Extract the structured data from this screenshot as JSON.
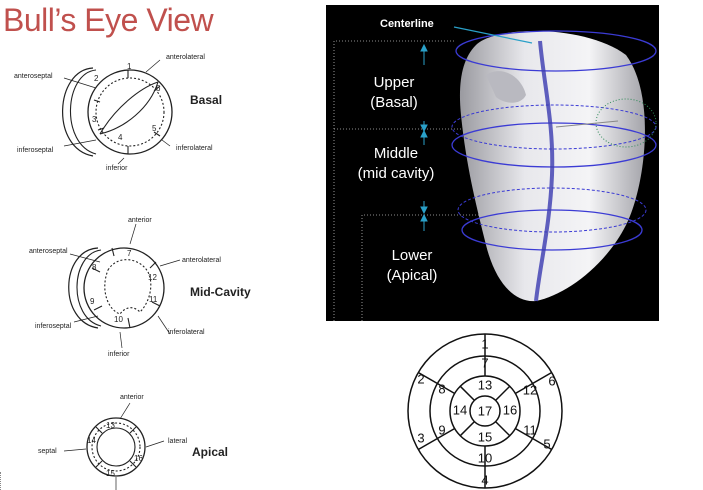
{
  "title": "Bull’s Eye View",
  "sections": [
    {
      "name": "Basal",
      "labels": {
        "anterolateral": "anterolateral",
        "anteroseptal": "anteroseptal",
        "inferoseptal": "inferoseptal",
        "inferolateral": "inferolateral",
        "inferior": "inferior"
      },
      "numbers": [
        "1",
        "2",
        "3",
        "4",
        "5",
        "6"
      ]
    },
    {
      "name": "Mid-Cavity",
      "labels": {
        "anterior": "anterior",
        "anteroseptal": "anteroseptal",
        "anterolateral": "anterolateral",
        "inferoseptal": "inferoseptal",
        "inferolateral": "inferolateral",
        "inferior": "inferior"
      },
      "numbers": [
        "7",
        "8",
        "9",
        "10",
        "11",
        "12"
      ]
    },
    {
      "name": "Apical",
      "labels": {
        "anterior": "anterior",
        "septal": "septal",
        "lateral": "lateral"
      },
      "numbers": [
        "13",
        "14",
        "15",
        "16"
      ]
    }
  ],
  "heart_image": {
    "centerline": "Centerline",
    "upper": [
      "Upper",
      "(Basal)"
    ],
    "middle": [
      "Middle",
      "(mid cavity)"
    ],
    "lower": [
      "Lower",
      "(Apical)"
    ]
  },
  "bullseye": {
    "outer": [
      "1",
      "2",
      "3",
      "4",
      "5",
      "6"
    ],
    "middle": [
      "7",
      "8",
      "9",
      "10",
      "11",
      "12"
    ],
    "inner": [
      "13",
      "14",
      "15",
      "16"
    ],
    "center": "17"
  },
  "colors": {
    "title": "#c0504d",
    "panel_bg": "#000000",
    "ring_blue": "#3b3bd4",
    "centerline": "#3a3ab0",
    "dotted_green": "#2e8b57"
  }
}
